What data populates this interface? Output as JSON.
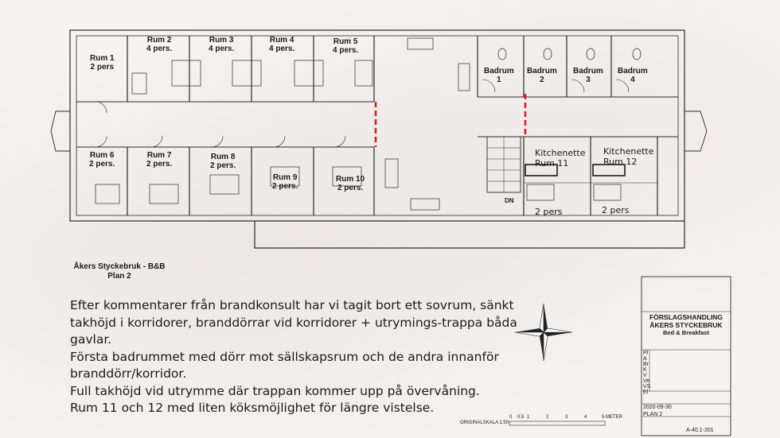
{
  "rooms": [
    {
      "name": "Rum 1",
      "capacity": "2 pers"
    },
    {
      "name": "Rum 2",
      "capacity": "4 pers."
    },
    {
      "name": "Rum 3",
      "capacity": "4 pers."
    },
    {
      "name": "Rum 4",
      "capacity": "4 pers."
    },
    {
      "name": "Rum 5",
      "capacity": "4 pers."
    },
    {
      "name": "Rum 6",
      "capacity": "2 pers."
    },
    {
      "name": "Rum 7",
      "capacity": "2 pers."
    },
    {
      "name": "Rum 8",
      "capacity": "2 pers."
    },
    {
      "name": "Rum 9",
      "capacity": "2 pers."
    },
    {
      "name": "Rum 10",
      "capacity": "2 pers."
    }
  ],
  "bathrooms": [
    {
      "name": "Badrum",
      "number": "1"
    },
    {
      "name": "Badrum",
      "number": "2"
    },
    {
      "name": "Badrum",
      "number": "3"
    },
    {
      "name": "Badrum",
      "number": "4"
    }
  ],
  "kitchenettes": [
    {
      "label": "Kitchenette",
      "room": "Rum 11",
      "capacity": "2 pers"
    },
    {
      "label": "Kitchenette",
      "room": "Rum 12",
      "capacity": "2 pers"
    }
  ],
  "stair_label": "DN",
  "plan_title": {
    "line1": "Åkers Styckebruk - B&B",
    "line2": "Plan 2"
  },
  "description": [
    "Efter kommentarer från brandkonsult har vi tagit bort ett sovrum, sänkt",
    "takhöjd i korridorer, branddörrar vid korridorer + utrymings-trappa båda",
    "gavlar.",
    "Första badrummet med dörr mot sällskapsrum och de andra innanför",
    "branddörr/korridor.",
    "Full takhöjd vid utrymme där trappan kommer upp på övervåning.",
    "Rum 11 och 12 med liten köksmöjlighet för längre  vistelse."
  ],
  "scale": {
    "label": "ORIGINALSKALA 1:50",
    "ticks": [
      "0",
      "0.5",
      "1",
      "2",
      "3",
      "4",
      "5 METER"
    ]
  },
  "title_block": {
    "heading": "FÖRSLAGSHANDLING",
    "project": "ÅKERS STYCKEBRUK",
    "subtitle": "Bed & Breakfast",
    "date": "2020-09-30",
    "sheet": "PLAN 2",
    "drawing_no": "A-40.1-201",
    "row_labels": [
      "Pl",
      "A",
      "Br",
      "K",
      "V",
      "Ve",
      "VS",
      "El"
    ]
  },
  "colors": {
    "walls": "#2a2a2a",
    "fire_door": "#d42020",
    "paper": "#f6f3f1"
  }
}
